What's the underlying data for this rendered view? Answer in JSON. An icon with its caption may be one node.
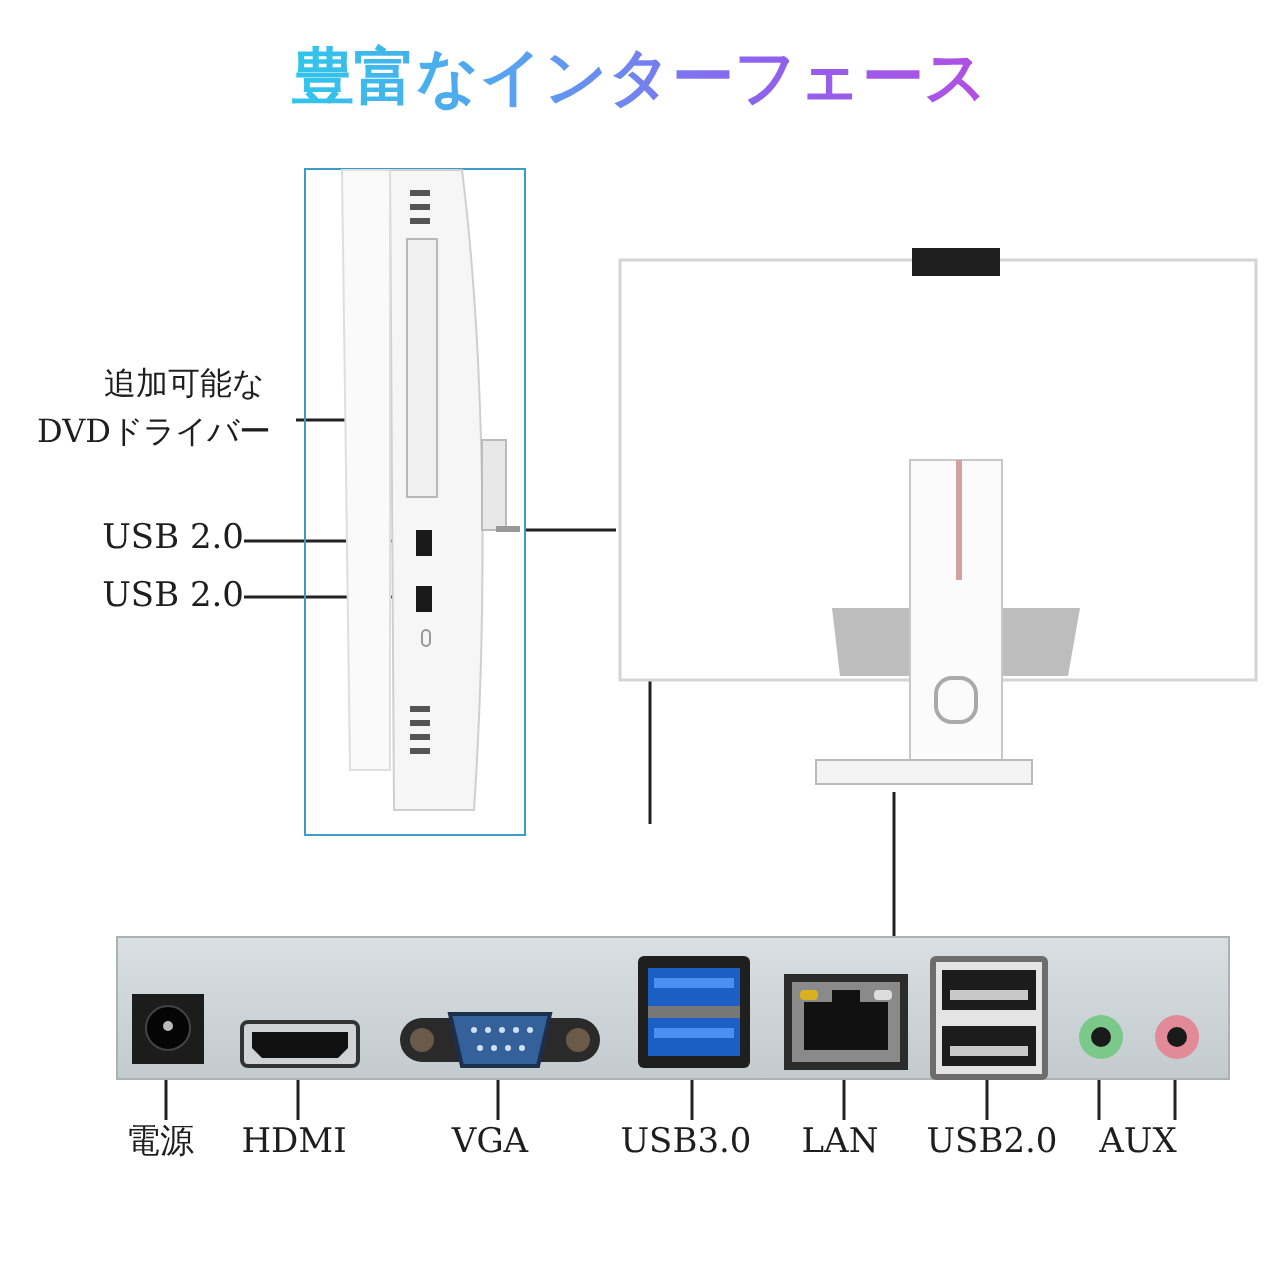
{
  "diagram": {
    "title": "豊富なインターフェース",
    "nodes": [
      {
        "text": [],
        "shape": "picture"
      },
      {
        "text": [],
        "shape": "box",
        "in": 0
      },
      {
        "text": [],
        "shape": "box",
        "in": 0
      },
      {
        "text": [],
        "shape": "box",
        "in": 0
      },
      {
        "text": [
          "追加可能なDVDドライバー"
        ]
      },
      {
        "text": [
          "USB 2.0"
        ]
      },
      {
        "text": [
          "USB 2.0"
        ]
      },
      {
        "text": [],
        "shape": "picture"
      },
      {
        "text": [],
        "shape": "picture"
      },
      {
        "text": [],
        "shape": "picture",
        "in": 8
      },
      {
        "text": [],
        "shape": "picture",
        "in": 8
      },
      {
        "text": [],
        "shape": "picture",
        "in": 8
      },
      {
        "text": [],
        "shape": "picture",
        "in": 8
      },
      {
        "text": [],
        "shape": "picture",
        "in": 8
      },
      {
        "text": [],
        "shape": "picture",
        "in": 8
      },
      {
        "text": [],
        "shape": "circle",
        "in": 8
      },
      {
        "text": [],
        "shape": "circle",
        "in": 8
      },
      {
        "text": [
          "電源"
        ]
      },
      {
        "text": [
          "HDMI"
        ]
      },
      {
        "text": [
          "VGA"
        ]
      },
      {
        "text": [
          "USB3.0"
        ]
      },
      {
        "text": [
          "LAN"
        ]
      },
      {
        "text": [
          "USB2.0"
        ]
      },
      {
        "text": [
          "AUX"
        ]
      }
    ],
    "edges": [
      {
        "from": 4,
        "to": 1,
        "arrow": "none"
      },
      {
        "from": 5,
        "to": 2,
        "arrow": "none"
      },
      {
        "from": 6,
        "to": 3,
        "arrow": "none"
      },
      {
        "from": 0,
        "to": 7,
        "arrow": "none"
      },
      {
        "from": 7,
        "to": 8,
        "arrow": "none"
      },
      {
        "from": 17,
        "to": 9,
        "arrow": "none"
      },
      {
        "from": 18,
        "to": 10,
        "arrow": "none"
      },
      {
        "from": 19,
        "to": 11,
        "arrow": "none"
      },
      {
        "from": 20,
        "to": 12,
        "arrow": "none"
      },
      {
        "from": 21,
        "to": 13,
        "arrow": "none"
      },
      {
        "from": 22,
        "to": 14,
        "arrow": "none"
      },
      {
        "from": 23,
        "to": 15,
        "arrow": "none"
      },
      {
        "from": 23,
        "to": 16,
        "arrow": "none"
      },
      {
        "from": 7,
        "to": null,
        "arrow": "none"
      }
    ]
  }
}
